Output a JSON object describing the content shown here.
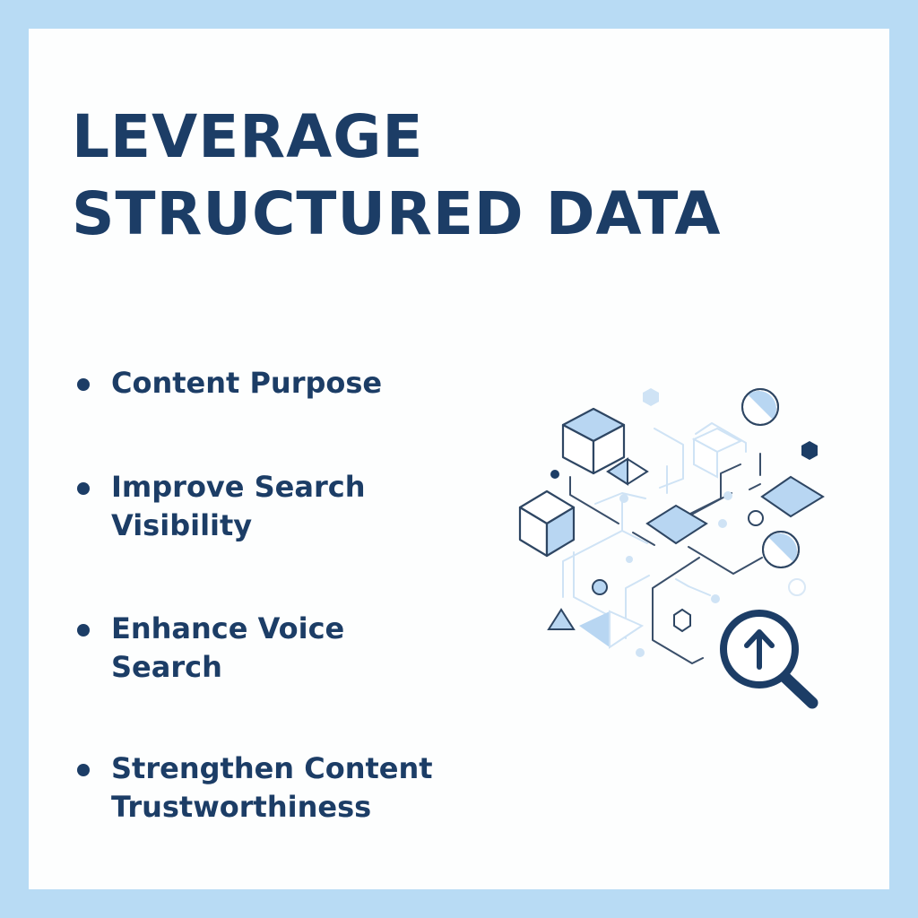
{
  "title": {
    "line1": "LEVERAGE",
    "line2": "STRUCTURED DATA"
  },
  "bullets": [
    {
      "label": "Content Purpose"
    },
    {
      "label": "Improve Search\nVisibility"
    },
    {
      "label": "Enhance Voice\nSearch"
    },
    {
      "label": "Strengthen Content\nTrustworthiness"
    }
  ],
  "illustration": {
    "icon": "structured-data-network-with-magnifier-icon",
    "magnifier_icon": "magnifying-glass-arrow-up-icon"
  },
  "colors": {
    "border": "#b8dbf4",
    "background": "#fdfefe",
    "primary": "#1c3d66",
    "accent_light": "#b8d6f2",
    "line_light": "#cfe3f5"
  }
}
